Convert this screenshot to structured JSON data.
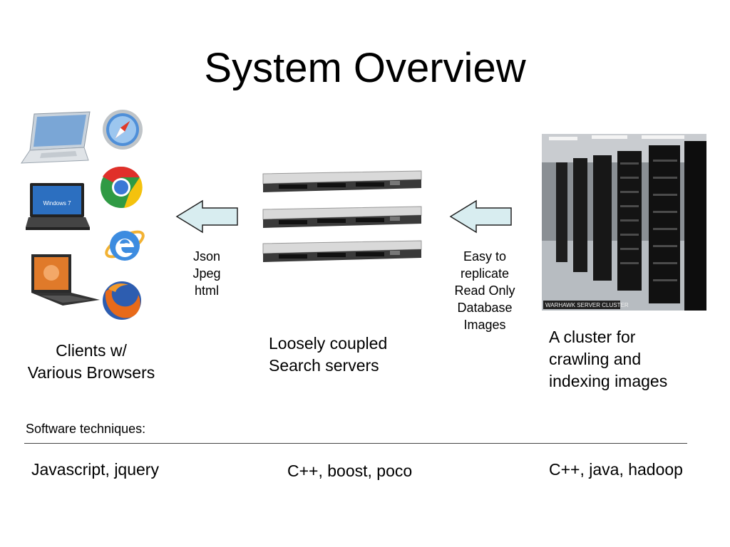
{
  "slide": {
    "title": "System Overview"
  },
  "arrows": {
    "left_caption": [
      "Json",
      "Jpeg",
      "html"
    ],
    "right_caption": [
      "Easy to",
      "replicate",
      "Read Only",
      "Database",
      "Images"
    ]
  },
  "components": {
    "clients": [
      "Clients w/",
      "Various Browsers"
    ],
    "search_servers": [
      "Loosely coupled",
      "Search servers"
    ],
    "cluster": [
      "A cluster for",
      "crawling and",
      "indexing images"
    ],
    "cluster_photo_caption": "WARHAWK SERVER CLUSTER",
    "laptop_screen_text": "Windows 7"
  },
  "software": {
    "heading": "Software techniques:",
    "clients": "Javascript, jquery",
    "servers": "C++, boost, poco",
    "cluster": "C++, java, hadoop"
  },
  "colors": {
    "arrow_fill": "#d8edf0",
    "arrow_stroke": "#222222"
  },
  "icons": [
    "laptop-icon",
    "safari-icon",
    "chrome-icon",
    "ie-icon",
    "firefox-icon",
    "rack-server-icon",
    "server-cluster-photo"
  ]
}
